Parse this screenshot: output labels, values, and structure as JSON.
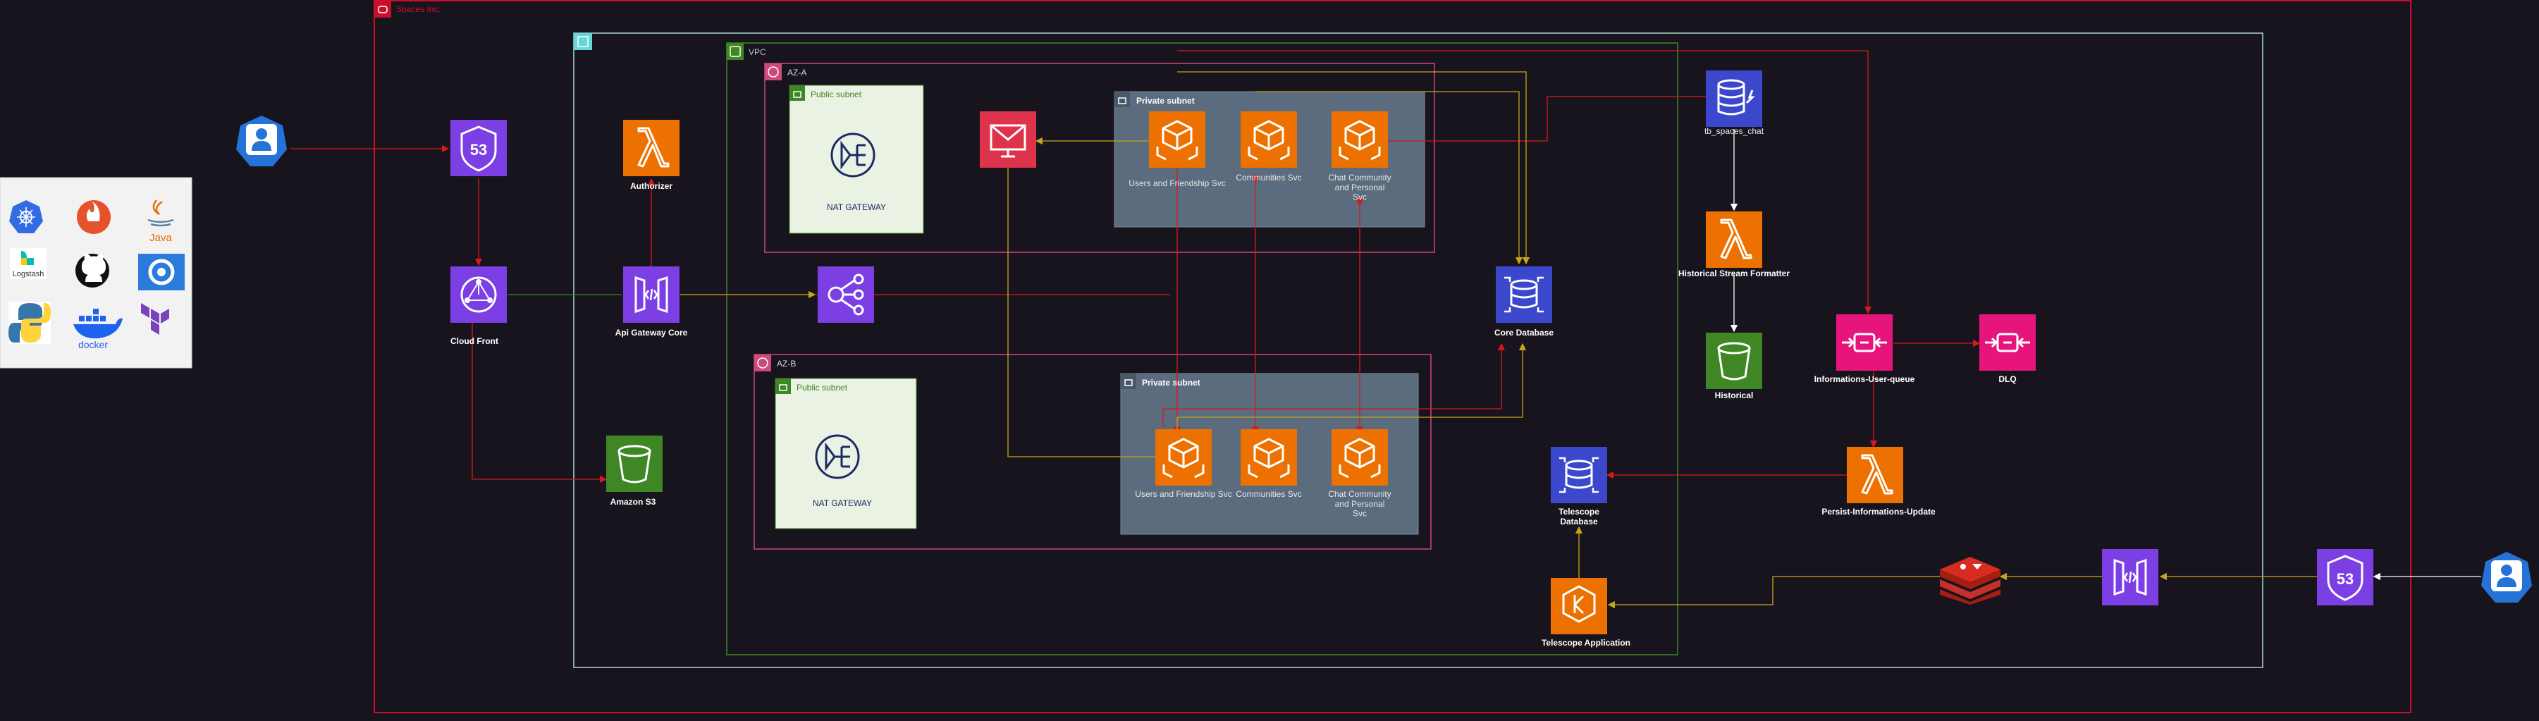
{
  "groups": {
    "cloud": "Spaces Inc.",
    "vpc": "VPC",
    "az_a": "AZ-A",
    "az_b": "AZ-B",
    "public_subnet_a": "Public subnet",
    "public_subnet_b": "Public subnet",
    "private_subnet_a": "Private subnet",
    "private_subnet_b": "Private subnet"
  },
  "nodes": {
    "route53_main": "",
    "cloudfront": "Cloud Front",
    "authorizer": "Authorizer",
    "api_gateway_core": "Api Gateway Core",
    "amazon_s3": "Amazon S3",
    "nat_a": "NAT GATEWAY",
    "nat_b": "NAT GATEWAY",
    "users_a": "Users and Friendship Svc",
    "communities_a": "Communities Svc",
    "chat_a": "Chat Community and Personal Svc",
    "users_b": "Users and Friendship Svc",
    "communities_b": "Communities Svc",
    "chat_b": "Chat Community and Personal Svc",
    "core_db": "Core Database",
    "tb_spaces_chat": "tb_spaces_chat",
    "historical_formatter": "Historical Stream Formatter",
    "historical": "Historical",
    "info_queue": "Informations-User-queue",
    "dlq": "DLQ",
    "persist_update": "Persist-Informations-Update",
    "telescope_db": "Telescope Database",
    "telescope_app": "Telescope Application"
  },
  "tools": {
    "logstash": "Logstash",
    "java": "Java",
    "docker": "docker"
  },
  "icons": {
    "user": "user-icon",
    "route53": "route53-icon",
    "lambda": "lambda-icon",
    "cloudfront": "cloudfront-icon",
    "api_gateway": "api-gateway-icon",
    "s3": "s3-bucket-icon",
    "nat": "nat-gateway-icon",
    "ecs": "ecs-container-icon",
    "sns": "email-notification-icon",
    "elb": "load-balancer-icon",
    "database": "database-icon",
    "dynamodb": "dynamodb-icon",
    "sqs": "queue-icon",
    "redis": "redis-icon",
    "kafka": "kafka-icon"
  },
  "colors": {
    "background": "#18141d",
    "cloud_border": "#c8102e",
    "account_border": "#a8d8d8",
    "vpc_border": "#3f8624",
    "az_border": "#ce4a7a",
    "private_subnet_fill": "#5a6c7d",
    "public_subnet_fill": "#eaf2e3",
    "purple": "#7b3fe4",
    "orange": "#ed7100",
    "green": "#3f8624",
    "pink": "#e7157b",
    "blue": "#3b48cc",
    "red": "#dd344c",
    "arrow_red": "#d41a1a",
    "arrow_yellow": "#c8a418",
    "arrow_white": "#ffffff",
    "arrow_green": "#3f8624"
  }
}
